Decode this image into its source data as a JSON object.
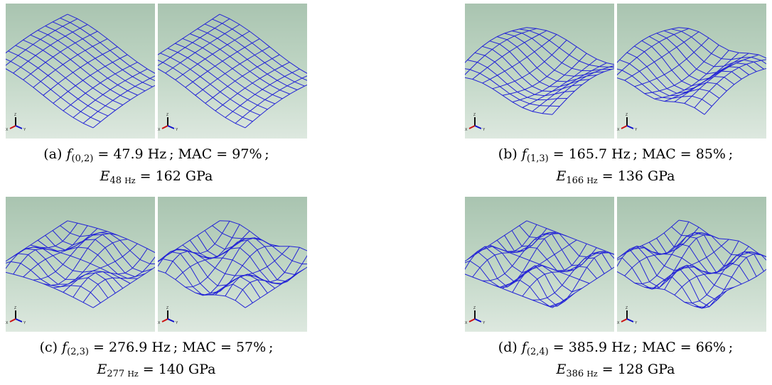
{
  "figures": [
    {
      "label": "(a)",
      "f_symbol": "f",
      "mode": "(0,2)",
      "freq": "47.9",
      "mac": "97",
      "e_symbol": "E",
      "e_sub": "48",
      "modulus": "162",
      "shape": "a"
    },
    {
      "label": "(b)",
      "f_symbol": "f",
      "mode": "(1,3)",
      "freq": "165.7",
      "mac": "85",
      "e_symbol": "E",
      "e_sub": "166",
      "modulus": "136",
      "shape": "b"
    },
    {
      "label": "(c)",
      "f_symbol": "f",
      "mode": "(2,3)",
      "freq": "276.9",
      "mac": "57",
      "e_symbol": "E",
      "e_sub": "277",
      "modulus": "140",
      "shape": "c"
    },
    {
      "label": "(d)",
      "f_symbol": "f",
      "mode": "(2,4)",
      "freq": "385.9",
      "mac": "66",
      "e_symbol": "E",
      "e_sub": "386",
      "modulus": "128",
      "shape": "d"
    }
  ],
  "units": {
    "hz": "Hz",
    "gpa": "GPa",
    "mac_label": "MAC",
    "percent": "%"
  },
  "triad": {
    "x": "X",
    "y": "Y",
    "z": "Z"
  },
  "colors": {
    "mesh": "#2323d6",
    "bg_top": "#a9c4b0",
    "bg_bottom": "#dde8df",
    "axis_x": "#cc1111",
    "axis_y": "#1111cc",
    "axis_z": "#111111"
  }
}
